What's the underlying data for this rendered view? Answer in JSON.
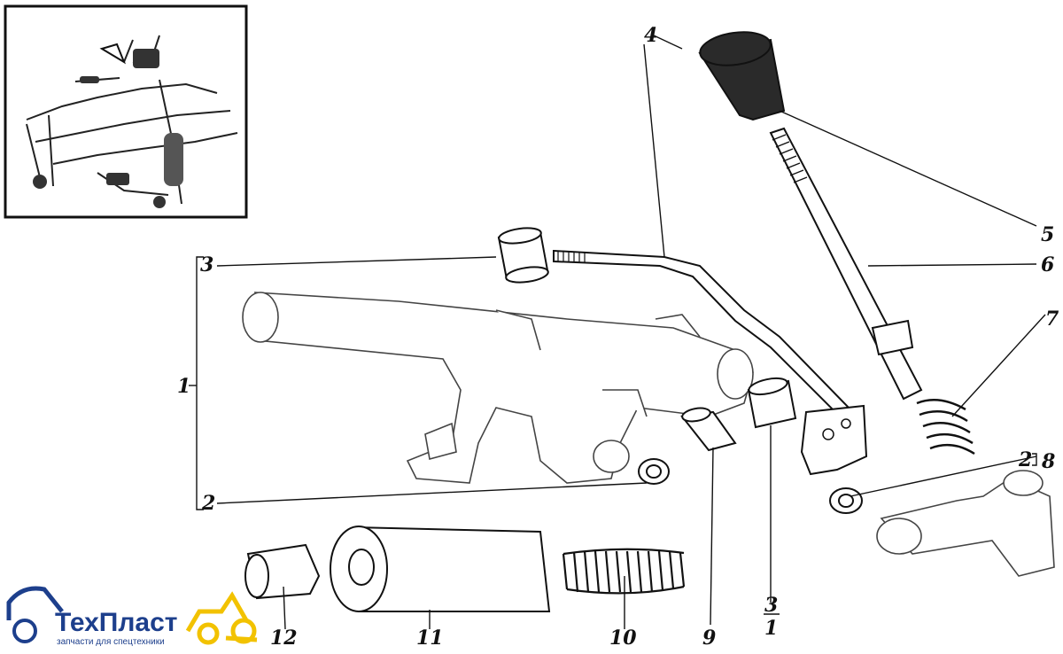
{
  "callouts": {
    "l1": "1",
    "l2": "2",
    "l3": "3",
    "l4": "4",
    "l5": "5",
    "l6": "6",
    "l7": "7",
    "l8": "8",
    "l9": "9",
    "l10": "10",
    "l11": "11",
    "l12": "12",
    "r2": "2",
    "b3": "3",
    "b1": "1"
  },
  "logo": {
    "name": "ТехПласт",
    "tagline": "запчасти для спецтехники",
    "colors": {
      "text": "#1d3f8c",
      "tractor": "#f2c200"
    }
  }
}
